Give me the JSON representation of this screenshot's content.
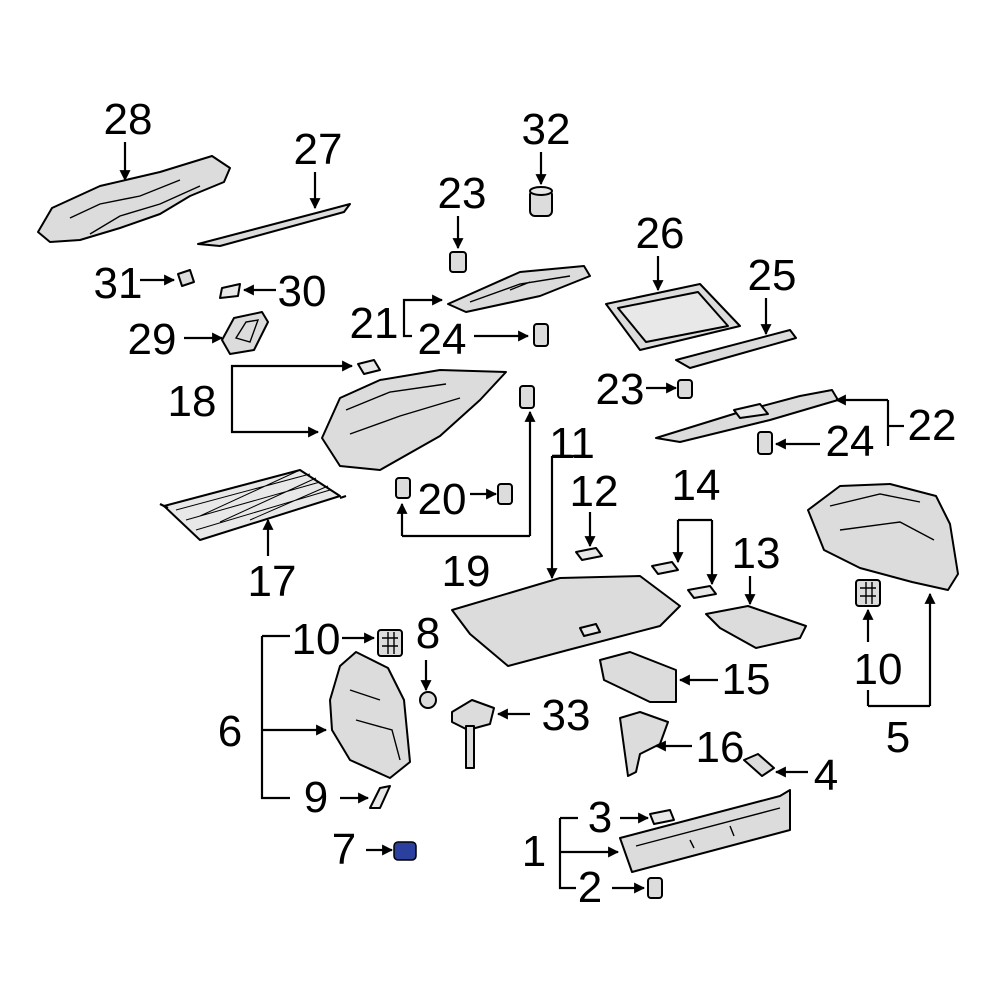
{
  "diagram": {
    "callouts": {
      "c1": "1",
      "c2": "2",
      "c3": "3",
      "c4": "4",
      "c5": "5",
      "c6": "6",
      "c7": "7",
      "c8": "8",
      "c9": "9",
      "c10a": "10",
      "c10b": "10",
      "c11": "11",
      "c12": "12",
      "c13": "13",
      "c14": "14",
      "c15": "15",
      "c16": "16",
      "c17": "17",
      "c18": "18",
      "c19": "19",
      "c20": "20",
      "c21": "21",
      "c22": "22",
      "c23a": "23",
      "c23b": "23",
      "c24a": "24",
      "c24b": "24",
      "c25": "25",
      "c26": "26",
      "c27": "27",
      "c28": "28",
      "c29": "29",
      "c30": "30",
      "c31": "31",
      "c32": "32",
      "c33": "33"
    },
    "colors": {
      "line": "#000000",
      "part_fill": "#dcdcdc",
      "fastener_highlight": "#2a3f9e"
    }
  }
}
